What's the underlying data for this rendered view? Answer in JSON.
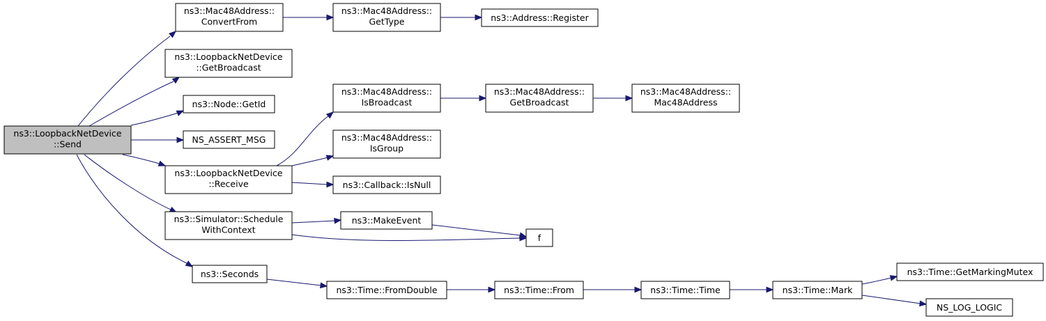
{
  "colors": {
    "edge": "#191970",
    "root_fill": "#bfbfbf",
    "node_fill": "#ffffff",
    "node_stroke": "#000000"
  },
  "nodes": {
    "send": {
      "lines": [
        "ns3::LoopbackNetDevice",
        "::Send"
      ],
      "root": true
    },
    "convertfrom": {
      "lines": [
        "ns3::Mac48Address::",
        "ConvertFrom"
      ]
    },
    "gettype": {
      "lines": [
        "ns3::Mac48Address::",
        "GetType"
      ]
    },
    "register": {
      "lines": [
        "ns3::Address::Register"
      ]
    },
    "lnd_getbcast": {
      "lines": [
        "ns3::LoopbackNetDevice",
        "::GetBroadcast"
      ]
    },
    "getid": {
      "lines": [
        "ns3::Node::GetId"
      ]
    },
    "assert": {
      "lines": [
        "NS_ASSERT_MSG"
      ]
    },
    "receive": {
      "lines": [
        "ns3::LoopbackNetDevice",
        "::Receive"
      ]
    },
    "isbroadcast": {
      "lines": [
        "ns3::Mac48Address::",
        "IsBroadcast"
      ]
    },
    "mac_getbcast": {
      "lines": [
        "ns3::Mac48Address::",
        "GetBroadcast"
      ]
    },
    "mac48address": {
      "lines": [
        "ns3::Mac48Address::",
        "Mac48Address"
      ]
    },
    "isgroup": {
      "lines": [
        "ns3::Mac48Address::",
        "IsGroup"
      ]
    },
    "isnull": {
      "lines": [
        "ns3::Callback::IsNull"
      ]
    },
    "schedule": {
      "lines": [
        "ns3::Simulator::Schedule",
        "WithContext"
      ]
    },
    "makeevent": {
      "lines": [
        "ns3::MakeEvent"
      ]
    },
    "f": {
      "lines": [
        "f"
      ]
    },
    "seconds": {
      "lines": [
        "ns3::Seconds"
      ]
    },
    "fromdouble": {
      "lines": [
        "ns3::Time::FromDouble"
      ]
    },
    "from": {
      "lines": [
        "ns3::Time::From"
      ]
    },
    "time": {
      "lines": [
        "ns3::Time::Time"
      ]
    },
    "mark": {
      "lines": [
        "ns3::Time::Mark"
      ]
    },
    "mutex": {
      "lines": [
        "ns3::Time::GetMarkingMutex"
      ]
    },
    "loglogic": {
      "lines": [
        "NS_LOG_LOGIC"
      ]
    }
  },
  "edges": [
    [
      "send",
      "convertfrom"
    ],
    [
      "send",
      "lnd_getbcast"
    ],
    [
      "send",
      "getid"
    ],
    [
      "send",
      "assert"
    ],
    [
      "send",
      "receive"
    ],
    [
      "send",
      "schedule"
    ],
    [
      "send",
      "seconds"
    ],
    [
      "convertfrom",
      "gettype"
    ],
    [
      "gettype",
      "register"
    ],
    [
      "receive",
      "isbroadcast"
    ],
    [
      "receive",
      "isgroup"
    ],
    [
      "receive",
      "isnull"
    ],
    [
      "isbroadcast",
      "mac_getbcast"
    ],
    [
      "mac_getbcast",
      "mac48address"
    ],
    [
      "schedule",
      "makeevent"
    ],
    [
      "schedule",
      "f"
    ],
    [
      "makeevent",
      "f"
    ],
    [
      "seconds",
      "fromdouble"
    ],
    [
      "fromdouble",
      "from"
    ],
    [
      "from",
      "time"
    ],
    [
      "time",
      "mark"
    ],
    [
      "mark",
      "mutex"
    ],
    [
      "mark",
      "loglogic"
    ]
  ]
}
